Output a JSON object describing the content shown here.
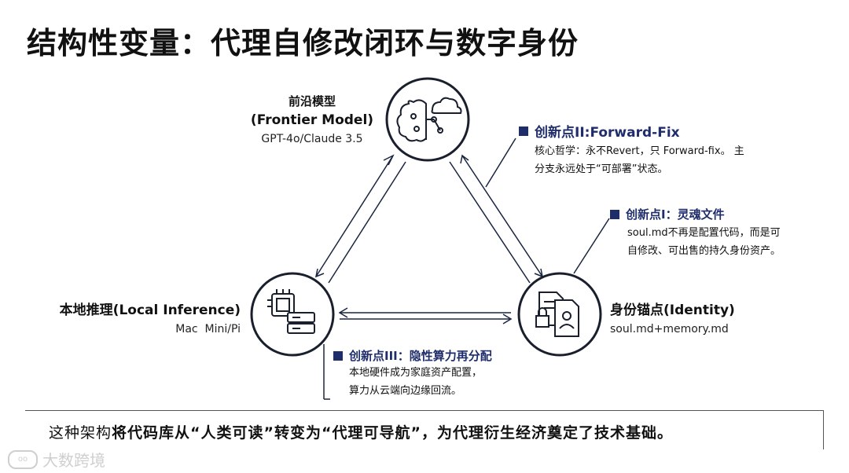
{
  "title": "结构性变量：代理自修改闭环与数字身份",
  "nodes": {
    "frontier": {
      "name_cn": "前沿模型",
      "name_en": "(Frontier Model)",
      "sub": "GPT-4o/Claude 3.5",
      "icon": "brain-cloud-icon"
    },
    "local": {
      "name": "本地推理(Local Inference)",
      "sub": "Mac  Mini/Pi",
      "icon": "chip-server-icon"
    },
    "identity": {
      "name": "身份锚点(Identity)",
      "sub": "soul.md+memory.md",
      "icon": "document-lock-icon"
    }
  },
  "notes": {
    "forward_fix": {
      "title": "创新点II:Forward-Fix",
      "line1": "核心哲学：永不Revert，只 Forward-fix。 主",
      "line2": "分支永远处于“可部署”状态。"
    },
    "soul": {
      "title": "创新点I：灵魂文件",
      "line1": "soul.md不再是配置代码，而是可",
      "line2": "自修改、可出售的持久身份资产。"
    },
    "compute": {
      "title": "创新点III：隐性算力再分配",
      "line1": "本地硬件成为家庭资产配置，",
      "line2": "算力从云端向边缘回流。"
    }
  },
  "footer": {
    "prefix": "这种架构",
    "bold": "将代码库从“人类可读”转变为“代理可导航”，为代理衍生经济奠定了技术基础。"
  },
  "watermark": "大数跨境",
  "colors": {
    "accent": "#1f2d6b",
    "line": "#1a2540",
    "circle": "#1a1f2e"
  }
}
